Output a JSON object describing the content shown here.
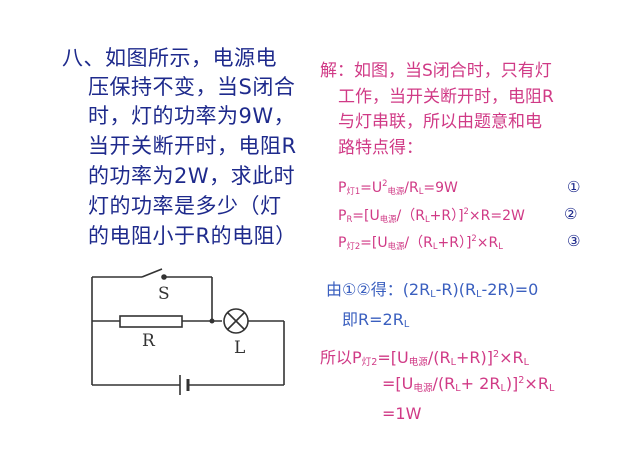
{
  "problem": {
    "lines": [
      "八、如图所示，电源电",
      "压保持不变，当S闭合",
      "时，灯的功率为9W，",
      "当开关断开时，电阻R",
      "的功率为2W，求此时",
      "灯的功率是多少（灯",
      "的电阻小于R的电阻）"
    ]
  },
  "solution": {
    "intro_lines": [
      "解：如图，当S闭合时，只有灯",
      "工作，当开关断开时，电阻R",
      "与灯串联，所以由题意和电",
      "路特点得："
    ],
    "eq1": {
      "a": "P",
      "b": "灯1",
      "c": "=U",
      "d": "2",
      "e": "电源",
      "f": "/R",
      "g": "L",
      "h": "=9W",
      "num": "①"
    },
    "eq2": {
      "a": "P",
      "b": "R",
      "c": "=[U",
      "d": "电源",
      "e": "/（R",
      "f": "L",
      "g": "+R）]",
      "h": "2",
      "i": "×R=2W",
      "num": "②"
    },
    "eq3": {
      "a": "P",
      "b": "灯2",
      "c": "=[U",
      "d": "电源",
      "e": "/（R",
      "f": "L",
      "g": "+R）]",
      "h": "2",
      "i": "×R",
      "j": "L",
      "num": "③"
    },
    "derive1": {
      "a": "由①②得：(2R",
      "b": "L",
      "c": "-R)(R",
      "d": "L",
      "e": "-2R)=0"
    },
    "derive2": {
      "a": "即R=2R",
      "b": "L"
    },
    "final1": {
      "a": "所以P",
      "b": "灯2",
      "c": "=[U",
      "d": "电源",
      "e": "/(R",
      "f": "L",
      "g": "+R)]",
      "h": "2",
      "i": "×R",
      "j": "L"
    },
    "final2": {
      "a": "=[U",
      "b": "电源",
      "c": "/(R",
      "d": "L",
      "e": "+ 2R",
      "f": "L",
      "g": ")]",
      "h": "2",
      "i": "×R",
      "j": "L"
    },
    "final3": "=1W"
  },
  "circuit": {
    "switch_label": "S",
    "resistor_label": "R",
    "lamp_label": "L"
  }
}
